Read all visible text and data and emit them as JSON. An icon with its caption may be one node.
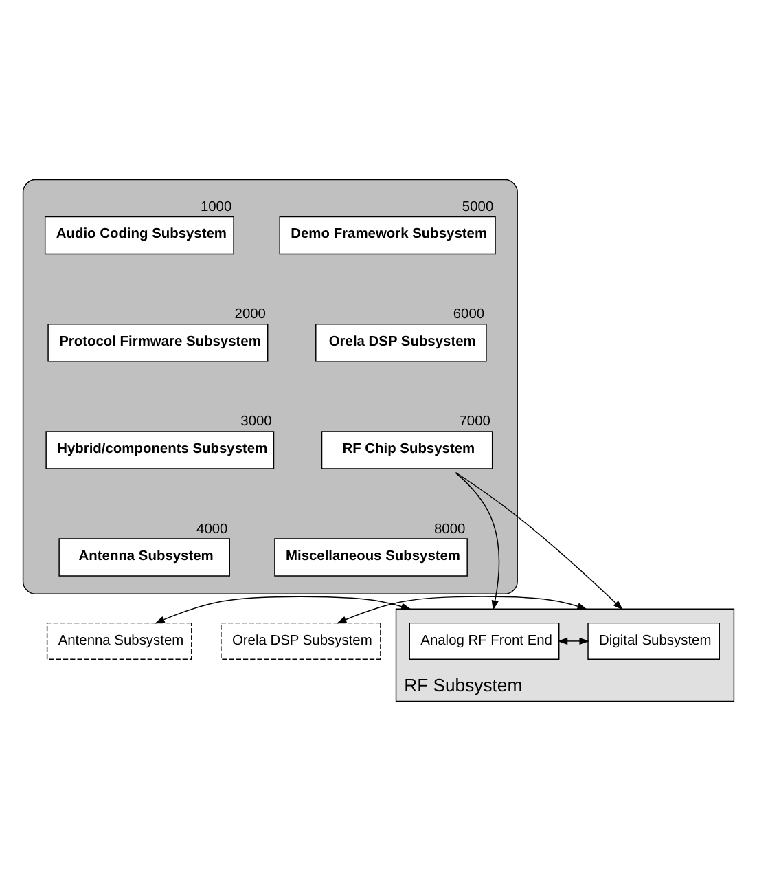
{
  "diagram": {
    "nodes": [
      {
        "text": [],
        "shape": "box"
      },
      {
        "text": [
          "Audio Coding Subsystem"
        ],
        "beside": [
          "1000"
        ],
        "in": 0
      },
      {
        "text": [
          "Demo Framework Subsystem"
        ],
        "beside": [
          "5000"
        ],
        "in": 0
      },
      {
        "text": [
          "Protocol Firmware Subsystem"
        ],
        "beside": [
          "2000"
        ],
        "in": 0
      },
      {
        "text": [
          "Orela DSP Subsystem"
        ],
        "beside": [
          "6000"
        ],
        "in": 0
      },
      {
        "text": [
          "Hybrid/components Subsystem"
        ],
        "beside": [
          "3000"
        ],
        "in": 0
      },
      {
        "text": [
          "RF Chip Subsystem"
        ],
        "beside": [
          "7000"
        ],
        "in": 0
      },
      {
        "text": [
          "Antenna Subsystem"
        ],
        "beside": [
          "4000"
        ],
        "in": 0
      },
      {
        "text": [
          "Miscellaneous Subsystem"
        ],
        "beside": [
          "8000"
        ],
        "in": 0
      },
      {
        "text": [
          "Antenna Subsystem"
        ]
      },
      {
        "text": [
          "RF Subsystem"
        ]
      },
      {
        "text": [
          "Analog RF Front End"
        ],
        "in": 10
      },
      {
        "text": [
          "Digital Subsystem"
        ],
        "in": 10
      },
      {
        "text": [
          "Orela DSP Subsystem"
        ]
      }
    ],
    "edges": [
      {
        "from": 6,
        "to": 10,
        "arrow": "to"
      },
      {
        "from": 6,
        "to": 10,
        "arrow": "to"
      },
      {
        "from": 9,
        "to": 10,
        "arrow": "both"
      },
      {
        "from": 11,
        "to": 12,
        "arrow": "both"
      },
      {
        "from": 10,
        "to": 13,
        "arrow": "both"
      }
    ]
  }
}
